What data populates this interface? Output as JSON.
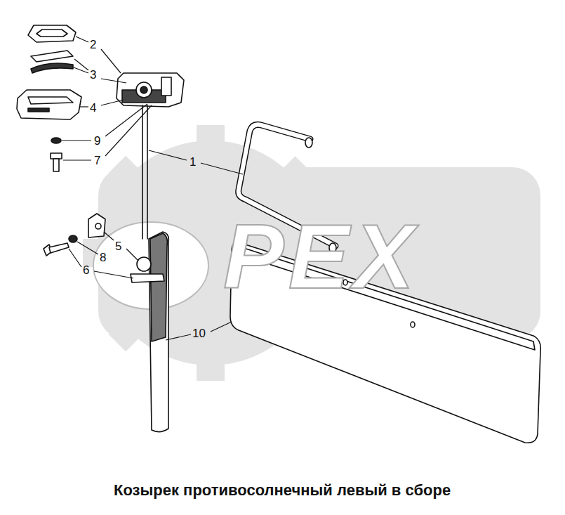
{
  "diagram": {
    "caption": "Козырек противосолнечный левый в сборе",
    "labels": [
      "2",
      "3",
      "4",
      "9",
      "7",
      "1",
      "5",
      "8",
      "6",
      "10",
      "PEX"
    ]
  }
}
